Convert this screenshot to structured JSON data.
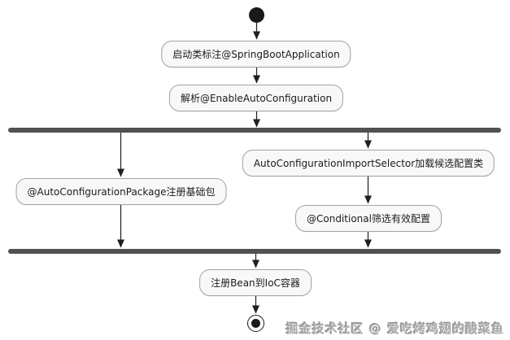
{
  "diagram": {
    "type": "uml-activity",
    "nodes": {
      "activity_start_annotation": "启动类标注@SpringBootApplication",
      "activity_parse_enable": "解析@EnableAutoConfiguration",
      "activity_register_package": "@AutoConfigurationPackage注册基础包",
      "activity_import_selector": "AutoConfigurationImportSelector加载候选配置类",
      "activity_conditional_filter": "@Conditional筛选有效配置",
      "activity_register_bean": "注册Bean到IoC容器"
    }
  },
  "watermark": {
    "text": "掘金技术社区 @ 爱吃烤鸡翅的酸菜鱼"
  },
  "colors": {
    "node_fill": "#f8f8f8",
    "node_border": "#a3a3a3",
    "node_text": "#1b1b1b",
    "bar": "#515151",
    "arrow": "#1f1f1f",
    "start_end": "#1a1a1a",
    "watermark": "#a9a9a9",
    "background": "#ffffff"
  }
}
